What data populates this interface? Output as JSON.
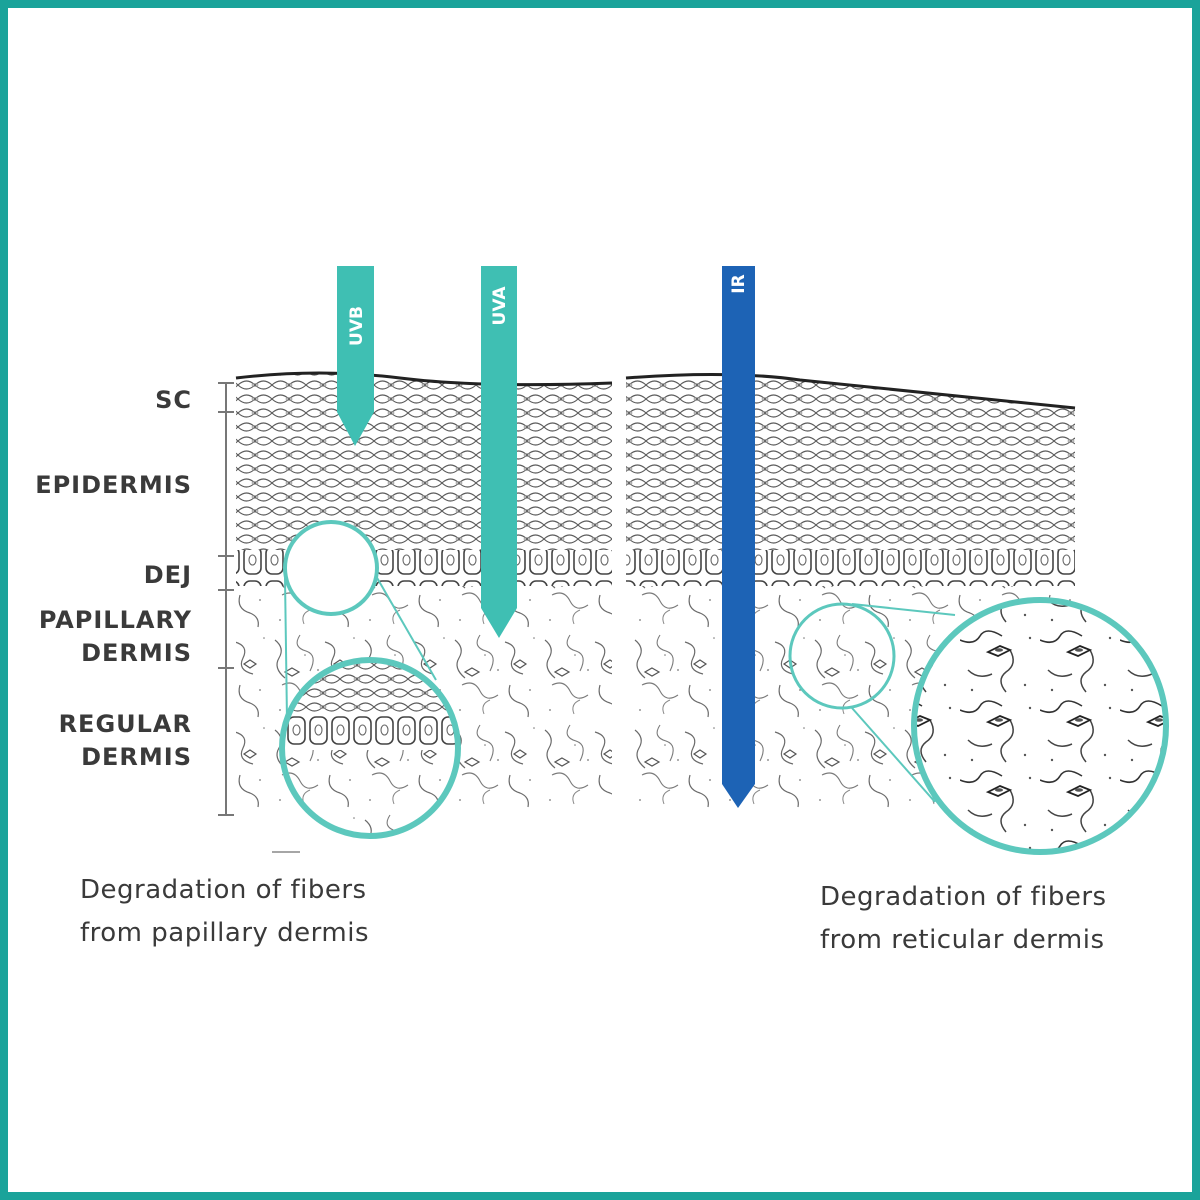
{
  "layers": {
    "sc": "SC",
    "epidermis": "EPIDERMIS",
    "dej": "DEJ",
    "papillary_1": "PAPILLARY",
    "papillary_2": "DERMIS",
    "regular_1": "REGULAR",
    "regular_2": "DERMIS"
  },
  "probes": {
    "uvb": "UVB",
    "uva": "UVA",
    "ir": "IR"
  },
  "captions": {
    "left_1": "Degradation of fibers",
    "left_2": "from papillary dermis",
    "right_1": "Degradation of fibers",
    "right_2": "from reticular dermis"
  },
  "colors": {
    "frame": "#1aa39a",
    "uvb": "#3fbfb3",
    "uva": "#3fbfb3",
    "ir": "#1d63b5",
    "magnifier": "#5cc8bd"
  }
}
